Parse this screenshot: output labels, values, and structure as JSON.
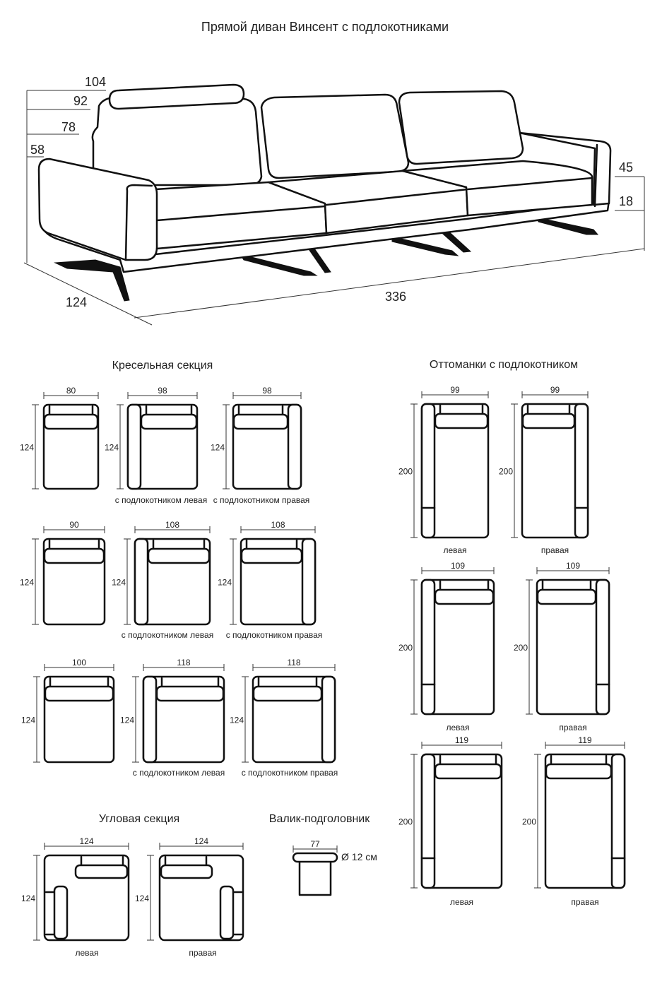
{
  "title": "Прямой диван Винсент с подлокотниками",
  "sofa_dims": {
    "h104": "104",
    "h92": "92",
    "h78": "78",
    "h58": "58",
    "r45": "45",
    "r18": "18",
    "depth": "124",
    "width": "336"
  },
  "armchair_section": {
    "title": "Кресельная секция",
    "rows": [
      {
        "widths": [
          "80",
          "98",
          "98"
        ],
        "height": "124",
        "caption_left": "с подлокотником левая",
        "caption_right": "с подлокотником правая"
      },
      {
        "widths": [
          "90",
          "108",
          "108"
        ],
        "height": "124",
        "caption_left": "с подлокотником левая",
        "caption_right": "с подлокотником правая"
      },
      {
        "widths": [
          "100",
          "118",
          "118"
        ],
        "height": "124",
        "caption_left": "с подлокотником левая",
        "caption_right": "с подлокотником правая"
      }
    ]
  },
  "corner_section": {
    "title": "Угловая секция",
    "items": [
      {
        "width": "124",
        "height": "124",
        "caption": "левая"
      },
      {
        "width": "124",
        "height": "124",
        "caption": "правая"
      }
    ]
  },
  "bolster": {
    "title": "Валик-подголовник",
    "width": "77",
    "diameter": "Ø 12 см"
  },
  "ottomans": {
    "title": "Оттоманки с подлокотником",
    "rows": [
      {
        "width": "99",
        "height": "200",
        "left": "левая",
        "right": "правая"
      },
      {
        "width": "109",
        "height": "200",
        "left": "левая",
        "right": "правая"
      },
      {
        "width": "119",
        "height": "200",
        "left": "левая",
        "right": "правая"
      }
    ]
  }
}
